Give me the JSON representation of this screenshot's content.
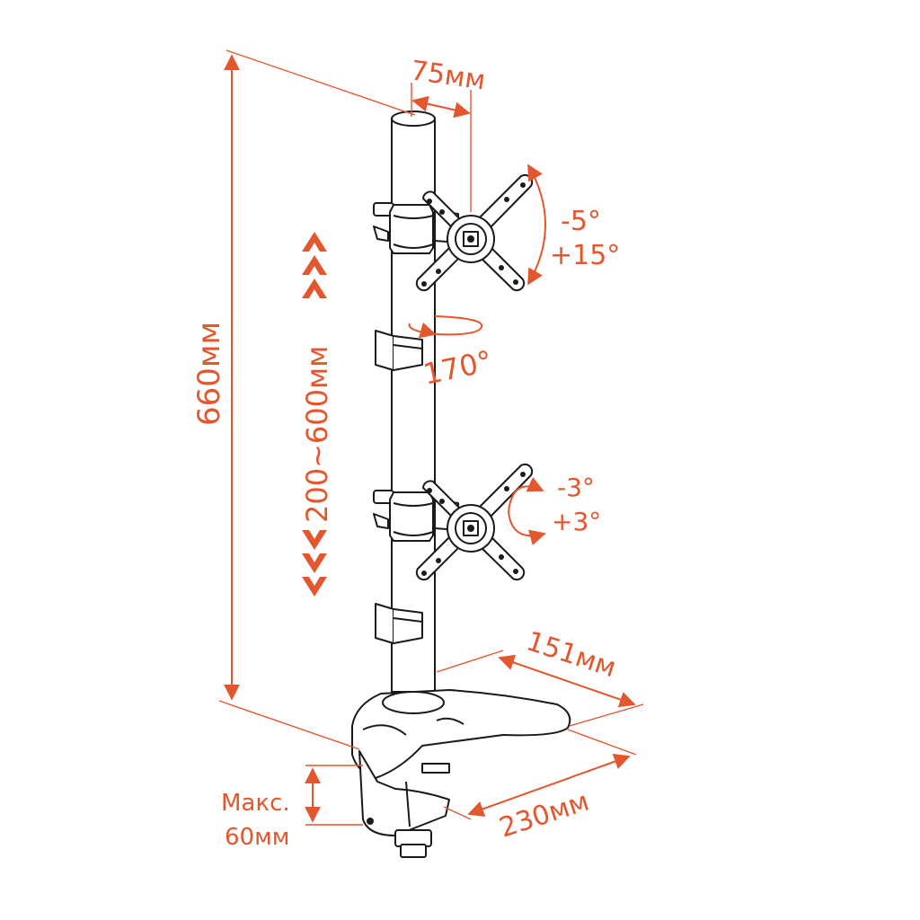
{
  "colors": {
    "accent": "#e4572e",
    "ink": "#1a1a1a",
    "background": "#ffffff"
  },
  "labels": {
    "height_total": "660мм",
    "vesa": "75мм",
    "tilt_top_a": "-5°",
    "tilt_top_b": "+15°",
    "swivel": "170°",
    "height_adjust": "200~600мм",
    "rotate_a": "-3°",
    "rotate_b": "+3°",
    "base_depth": "151мм",
    "base_length": "230мм",
    "clamp_a": "Макс.",
    "clamp_b": "60мм"
  },
  "icons": {
    "adjust_up": "chevron-up-icon",
    "adjust_down": "chevron-down-icon"
  }
}
